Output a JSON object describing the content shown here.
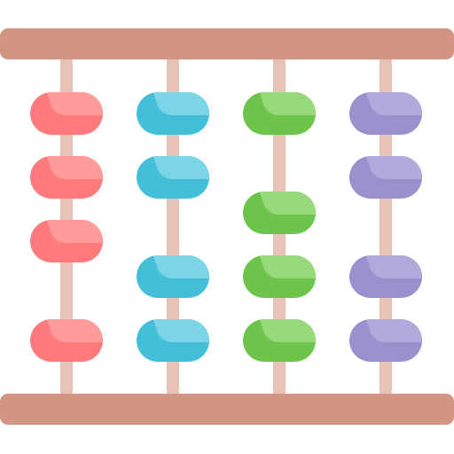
{
  "icon": {
    "name": "abacus-icon",
    "colors": {
      "frame": "#D49482",
      "rod": "#E8C2B6",
      "background": "#FFFFFF"
    },
    "columns": [
      {
        "name": "red",
        "bead_color": "#FF7A7A",
        "bead_highlight": "#FF9B9B",
        "bead_slots": [
          1,
          2,
          3,
          5
        ]
      },
      {
        "name": "blue",
        "bead_color": "#44BFD9",
        "bead_highlight": "#7BD5E6",
        "bead_slots": [
          1,
          2,
          4,
          5
        ]
      },
      {
        "name": "green",
        "bead_color": "#6CC44A",
        "bead_highlight": "#97D97A",
        "bead_slots": [
          1,
          3,
          4,
          5
        ]
      },
      {
        "name": "purple",
        "bead_color": "#9A90CB",
        "bead_highlight": "#B2A9DA",
        "bead_slots": [
          1,
          2,
          4,
          5
        ]
      }
    ]
  }
}
